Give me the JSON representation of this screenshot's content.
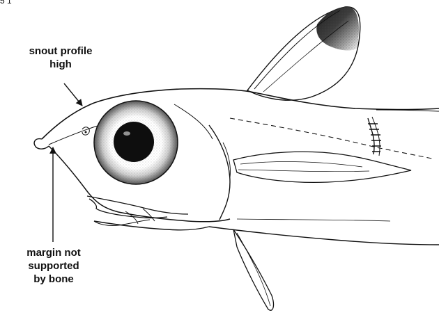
{
  "figure": {
    "corner_mark": "5 1",
    "labels": {
      "snout_line1": "snout  profile",
      "snout_line2": "high",
      "margin_line1": "margin  not",
      "margin_line2": "supported",
      "margin_line3": "by bone"
    }
  },
  "colors": {
    "ink": "#111111",
    "background": "#ffffff"
  }
}
